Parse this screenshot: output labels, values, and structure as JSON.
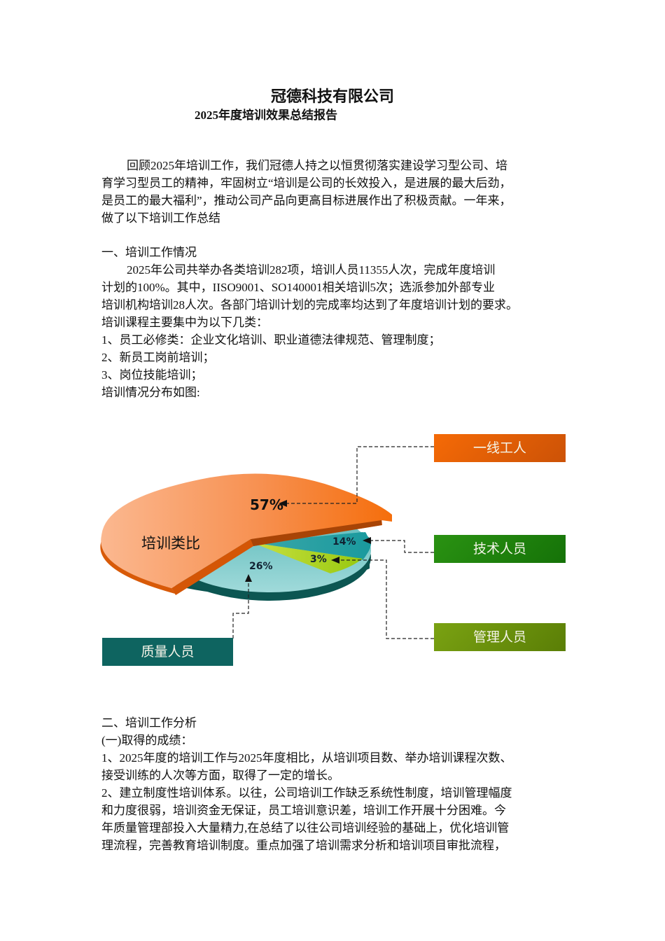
{
  "document": {
    "company": "冠德科技有限公司",
    "report_title": "2025年度培训效果总结报告",
    "intro": [
      "回顾2025年培训工作，我们冠德人持之以恒贯彻落实建设学习型公司、培",
      "育学习型员工的精神，牢固树立“培训是公司的长效投入，是进展的最大后劲，",
      "是员工的最大福利”，推动公司产品向更高目标进展作出了积极贡献。一年来，",
      "做了以下培训工作总结"
    ],
    "section1": {
      "heading": "一、培训工作情况",
      "lines": [
        "2025年公司共举办各类培训282项，培训人员11355人次，完成年度培训",
        "计划的100%。其中，IISO9001、SO140001相关培训5次；选派参加外部专业",
        "培训机构培训28人次。各部门培训计划的完成率均达到了年度培训计划的要求。",
        "培训课程主要集中为以下几类：",
        "1、员工必修类：企业文化培训、职业道德法律规范、管理制度；",
        "2、新员工岗前培训；",
        "3、岗位技能培训；",
        "培训情况分布如图:"
      ]
    },
    "section2": {
      "heading": "二、培训工作分析",
      "subheading": "(一)取得的成绩：",
      "lines": [
        "1、2025年度的培训工作与2025年度相比，从培训项目数、举办培训课程次数、",
        "接受训练的人次等方面，取得了一定的增长。",
        "2、建立制度性培训体系。以往，公司培训工作缺乏系统性制度，培训管理幅度",
        "和力度很弱，培训资金无保证，员工培训意识差，培训工作开展十分困难。今",
        "年质量管理部投入大量精力,在总结了以往公司培训经验的基础上，优化培训管",
        "理流程，完善教育培训制度。重点加强了培训需求分析和培训项目审批流程，"
      ]
    }
  },
  "chart_data": {
    "type": "pie",
    "title": "培训类比",
    "categories": [
      "一线工人",
      "质量人员",
      "管理人员",
      "技术人员"
    ],
    "values": [
      57,
      26,
      3,
      14
    ],
    "labels": [
      "57%",
      "26%",
      "3%",
      "14%"
    ],
    "colors": {
      "一线工人": "#f07020",
      "质量人员": "#7cc8c8",
      "管理人员": "#a8cc20",
      "技术人员": "#20a0a0"
    },
    "callout_colors": {
      "一线工人": "#e8600a",
      "技术人员": "#1e8a10",
      "管理人员": "#6a9010",
      "质量人员": "#0e6460"
    },
    "legend_position": "callouts"
  }
}
